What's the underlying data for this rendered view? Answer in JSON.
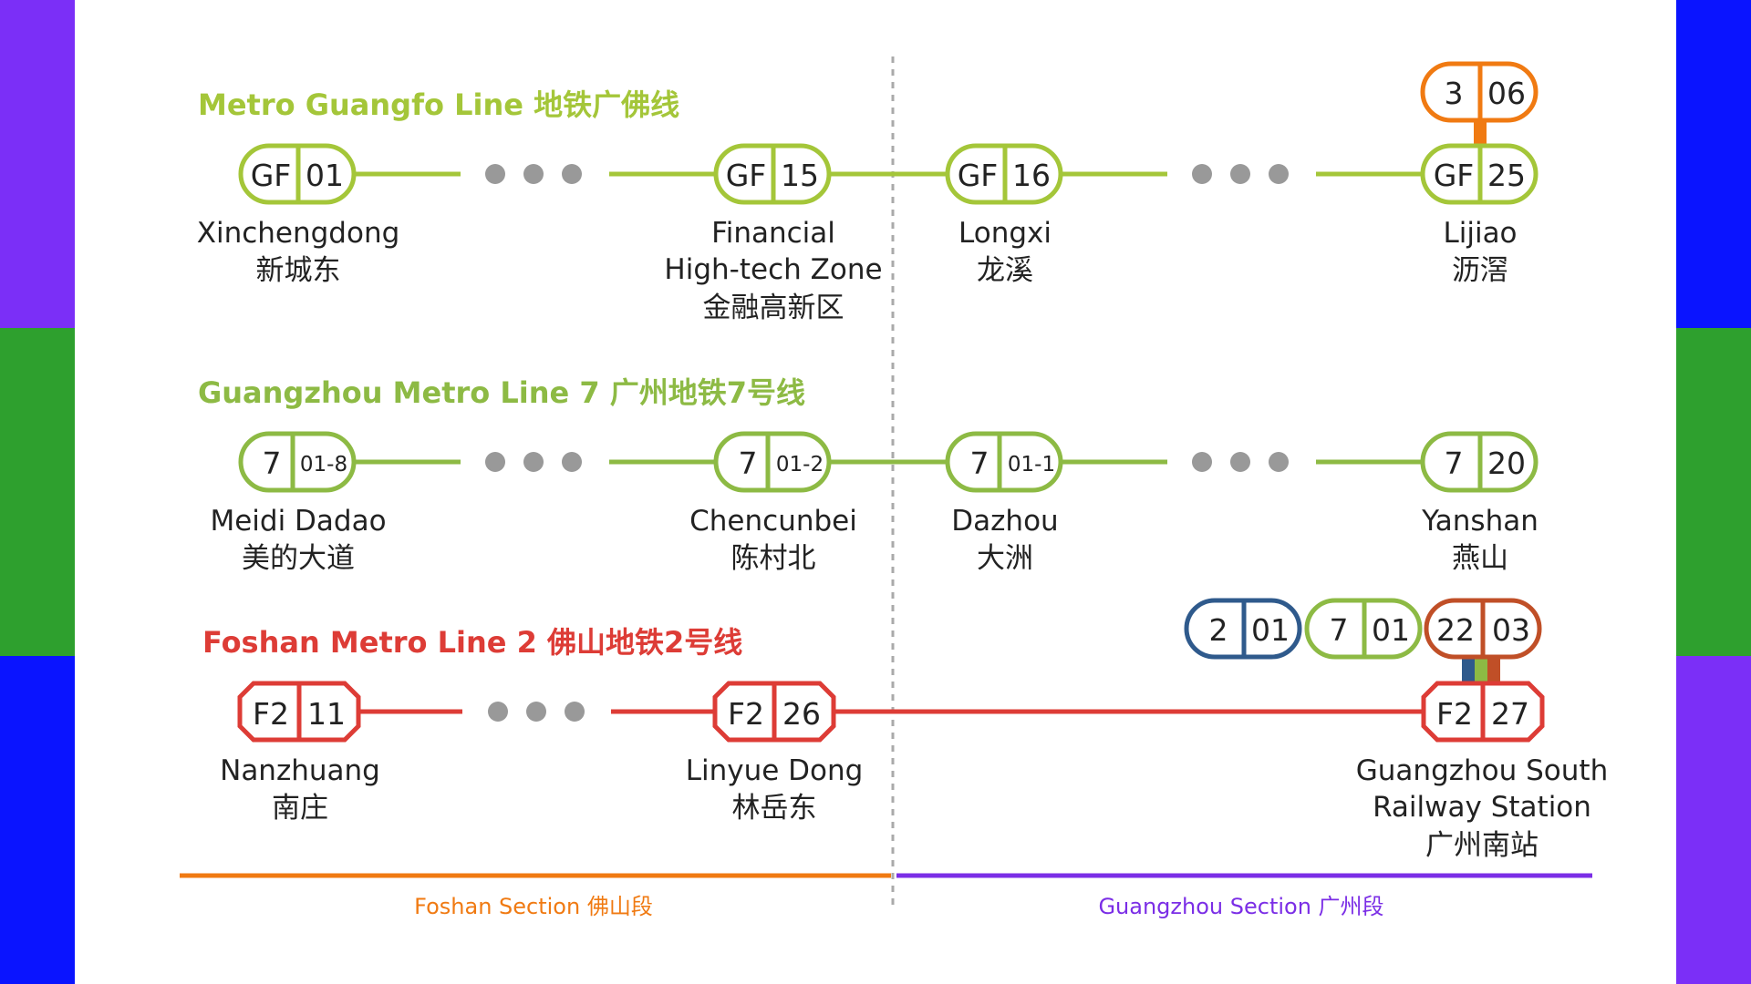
{
  "colors": {
    "guangfo": "#a4c639",
    "line7": "#8dba44",
    "foshan2": "#dd3c36",
    "line3": "#f07a12",
    "line2": "#2f5a8c",
    "line22": "#c04f27",
    "foshan_section": "#f07a12",
    "guangzhou_section": "#7b2ee6",
    "dots": "#999999",
    "divider": "#aaaaaa",
    "band_purple": "#7b2ff7",
    "band_green": "#2ea02e",
    "band_blue": "#0a14ff"
  },
  "lines": [
    {
      "title": "Metro Guangfo Line 地铁广佛线",
      "color": "#a4c639",
      "stations": [
        {
          "code": [
            "GF",
            "01"
          ],
          "name": "Xinchengdong",
          "name_cn": "新城东"
        },
        {
          "code": [
            "GF",
            "15"
          ],
          "name": "Financial High-tech Zone",
          "name_lines": [
            "Financial",
            "High-tech Zone"
          ],
          "name_cn": "金融高新区"
        },
        {
          "code": [
            "GF",
            "16"
          ],
          "name": "Longxi",
          "name_cn": "龙溪"
        },
        {
          "code": [
            "GF",
            "25"
          ],
          "name": "Lijiao",
          "name_cn": "沥滘"
        }
      ],
      "transfers": [
        {
          "code": [
            "3",
            "06"
          ],
          "color": "#f07a12"
        }
      ]
    },
    {
      "title": "Guangzhou Metro Line 7 广州地铁7号线",
      "color": "#8dba44",
      "stations": [
        {
          "code": [
            "7",
            "01-8"
          ],
          "name": "Meidi Dadao",
          "name_cn": "美的大道"
        },
        {
          "code": [
            "7",
            "01-2"
          ],
          "name": "Chencunbei",
          "name_cn": "陈村北"
        },
        {
          "code": [
            "7",
            "01-1"
          ],
          "name": "Dazhou",
          "name_cn": "大洲"
        },
        {
          "code": [
            "7",
            "20"
          ],
          "name": "Yanshan",
          "name_cn": "燕山"
        }
      ]
    },
    {
      "title": "Foshan Metro Line 2 佛山地铁2号线",
      "color": "#dd3c36",
      "stations": [
        {
          "code": [
            "F2",
            "11"
          ],
          "name": "Nanzhuang",
          "name_cn": "南庄"
        },
        {
          "code": [
            "F2",
            "26"
          ],
          "name": "Linyue Dong",
          "name_cn": "林岳东"
        },
        {
          "code": [
            "F2",
            "27"
          ],
          "name": "Guangzhou South Railway Station",
          "name_lines": [
            "Guangzhou South",
            "Railway Station"
          ],
          "name_cn": "广州南站"
        }
      ],
      "transfers": [
        {
          "code": [
            "2",
            "01"
          ],
          "color": "#2f5a8c"
        },
        {
          "code": [
            "7",
            "01"
          ],
          "color": "#8dba44"
        },
        {
          "code": [
            "22",
            "03"
          ],
          "color": "#c04f27"
        }
      ]
    }
  ],
  "sections": [
    {
      "label": "Foshan Section 佛山段",
      "color": "#f07a12"
    },
    {
      "label": "Guangzhou Section 广州段",
      "color": "#7b2ee6"
    }
  ]
}
